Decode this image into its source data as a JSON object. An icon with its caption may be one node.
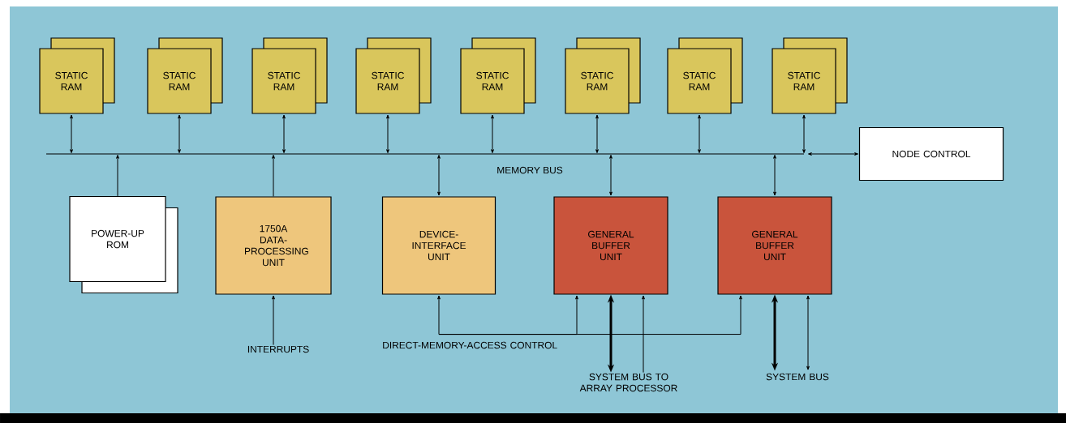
{
  "diagram": {
    "nodes": [
      {
        "text": [
          "STATIC RAM"
        ]
      },
      {
        "text": [
          "STATIC RAM"
        ]
      },
      {
        "text": [
          "STATIC RAM"
        ]
      },
      {
        "text": [
          "STATIC RAM"
        ]
      },
      {
        "text": [
          "STATIC RAM"
        ]
      },
      {
        "text": [
          "STATIC RAM"
        ]
      },
      {
        "text": [
          "STATIC RAM"
        ]
      },
      {
        "text": [
          "STATIC RAM"
        ]
      },
      {
        "text": [],
        "shape": "bar",
        "beside": [
          "MEMORY BUS"
        ]
      },
      {
        "text": [
          "NODE CONTROL"
        ]
      },
      {
        "text": [
          "POWER-UP ROM"
        ]
      },
      {
        "text": [
          "1750A DATA-PROCESSING UNIT"
        ]
      },
      {
        "text": [
          "DEVICE-INTERFACE UNIT"
        ]
      },
      {
        "text": [
          "GENERAL BUFFER UNIT"
        ]
      },
      {
        "text": [
          "GENERAL BUFFER UNIT"
        ]
      },
      {
        "text": [
          "INTERRUPTS"
        ]
      },
      {
        "text": [
          "DIRECT-MEMORY-ACCESS CONTROL"
        ]
      },
      {
        "text": [
          "SYSTEM BUS TO ARRAY PROCESSOR"
        ]
      },
      {
        "text": [
          "SYSTEM BUS"
        ]
      }
    ],
    "edges": [
      {
        "from": 0,
        "to": 8,
        "arrow": "both"
      },
      {
        "from": 1,
        "to": 8,
        "arrow": "both"
      },
      {
        "from": 2,
        "to": 8,
        "arrow": "both"
      },
      {
        "from": 3,
        "to": 8,
        "arrow": "both"
      },
      {
        "from": 4,
        "to": 8,
        "arrow": "both"
      },
      {
        "from": 5,
        "to": 8,
        "arrow": "both"
      },
      {
        "from": 6,
        "to": 8,
        "arrow": "both"
      },
      {
        "from": 7,
        "to": 8,
        "arrow": "both"
      },
      {
        "from": 8,
        "to": 9,
        "arrow": "both"
      },
      {
        "from": 10,
        "to": 8,
        "arrow": "to"
      },
      {
        "from": 11,
        "to": 8,
        "arrow": "to"
      },
      {
        "from": 12,
        "to": 8,
        "arrow": "both"
      },
      {
        "from": 13,
        "to": 8,
        "arrow": "both"
      },
      {
        "from": 14,
        "to": 8,
        "arrow": "both"
      },
      {
        "from": 15,
        "to": 11,
        "arrow": "to"
      },
      {
        "from": 16,
        "to": 12,
        "arrow": "to"
      },
      {
        "from": 16,
        "to": 13,
        "arrow": "to"
      },
      {
        "from": 16,
        "to": 14,
        "arrow": "to"
      },
      {
        "from": 13,
        "to": 17,
        "arrow": "both",
        "style": "thick"
      },
      {
        "from": 17,
        "to": 13,
        "arrow": "to"
      },
      {
        "from": 14,
        "to": 18,
        "arrow": "both",
        "style": "thick"
      },
      {
        "from": 14,
        "to": 18,
        "arrow": "both"
      }
    ]
  }
}
